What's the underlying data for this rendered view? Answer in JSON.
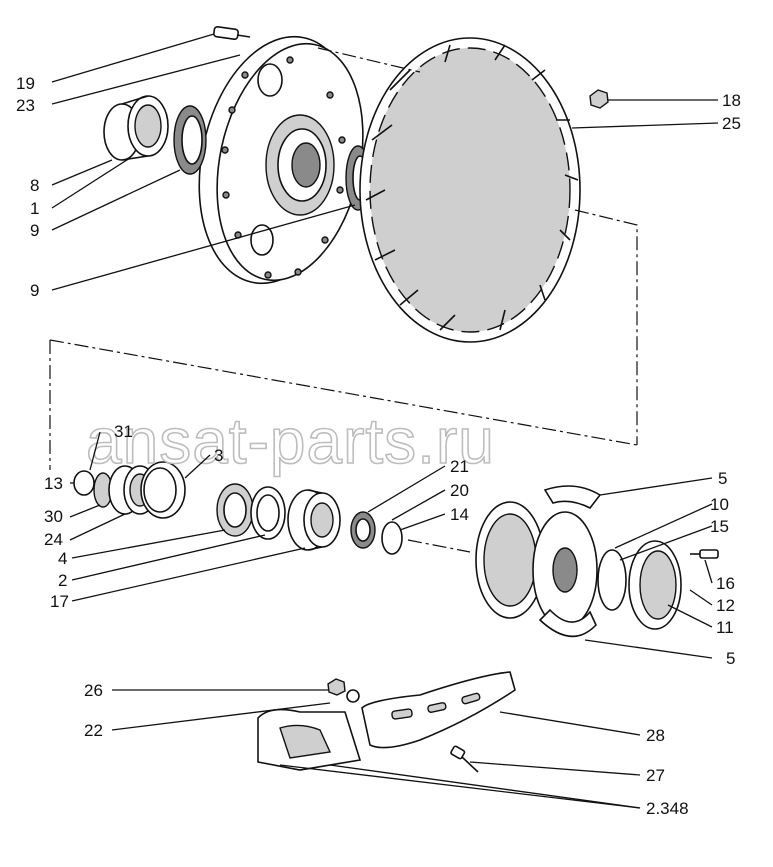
{
  "watermark": "ansat-parts.ru",
  "corner_mark": "",
  "callouts": {
    "c19": "19",
    "c23": "23",
    "c8": "8",
    "c1": "1",
    "c9a": "9",
    "c9b": "9",
    "c18": "18",
    "c25": "25",
    "c31": "31",
    "c3": "3",
    "c13": "13",
    "c30": "30",
    "c24": "24",
    "c4": "4",
    "c2": "2",
    "c17": "17",
    "c21": "21",
    "c20": "20",
    "c14": "14",
    "c5a": "5",
    "c10": "10",
    "c15": "15",
    "c16": "16",
    "c12": "12",
    "c11": "11",
    "c5b": "5",
    "c26": "26",
    "c22": "22",
    "c28": "28",
    "c27": "27",
    "c2348": "2.348"
  }
}
